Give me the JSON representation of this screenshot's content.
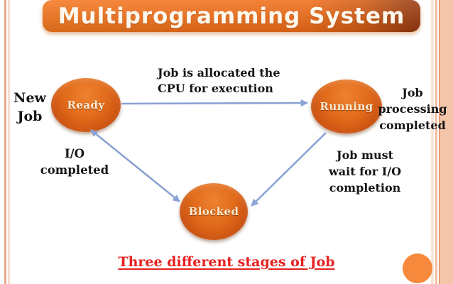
{
  "title": {
    "text": "Multiprogramming System"
  },
  "nodes": {
    "ready": {
      "label": "Ready"
    },
    "running": {
      "label": "Running"
    },
    "blocked": {
      "label": "Blocked"
    }
  },
  "labels": {
    "new_job": "New\nJob",
    "cpu_allocation": "Job is allocated the\nCPU for execution",
    "io_completed": "I/O\ncompleted",
    "processing_completed": "Job\nprocessing\ncompleted",
    "wait_for_io": "Job must\nwait for I/O\ncompletion",
    "caption": "Three different stages of Job"
  },
  "colors": {
    "banner_orange": "#f06c17",
    "banner_dark": "#9c3b0e",
    "node_orange": "#e06a1a",
    "arrow_blue": "#8aa2d4",
    "caption_red": "#e62020",
    "stripe_salmon": "#f5c5aa",
    "circle_orange": "#f6893c",
    "label_black": "#151515"
  }
}
